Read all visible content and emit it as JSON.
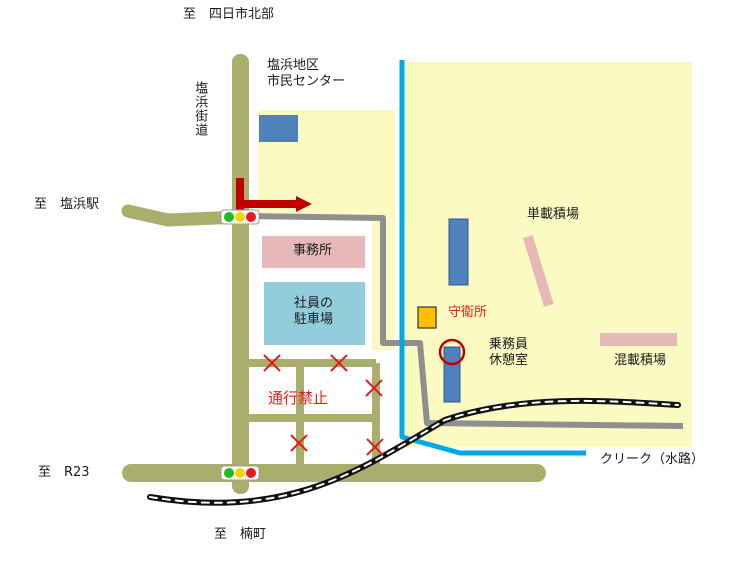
{
  "labels": {
    "north": "至　四日市北部",
    "station": "至　塩浜駅",
    "r23": "至　R23",
    "south": "至　楠町",
    "kaido": "塩浜街道",
    "center_line1": "塩浜地区",
    "center_line2": "市民センター",
    "office": "事務所",
    "parking_line1": "社員の",
    "parking_line2": "駐車場",
    "no_entry": "通行禁止",
    "guard": "守衛所",
    "crew_line1": "乗務員",
    "crew_line2": "休憩室",
    "single_yard": "単載積場",
    "mixed_yard": "混載積場",
    "creek": "クリーク（水路）"
  },
  "colors": {
    "site_area": "#fafac2",
    "road": "#aaae6c",
    "route": "#8f8f8f",
    "water": "#00a8e8",
    "building": "#4f81bd",
    "office": "#e6b9b8",
    "parking": "#92cddc",
    "guard": "#ffc000",
    "arrow": "#c00000",
    "marker": "#e0201a"
  },
  "icons": [
    "traffic-light-icon",
    "arrow-right-icon",
    "cross-mark-icon",
    "circle-marker-icon",
    "railway-line"
  ]
}
